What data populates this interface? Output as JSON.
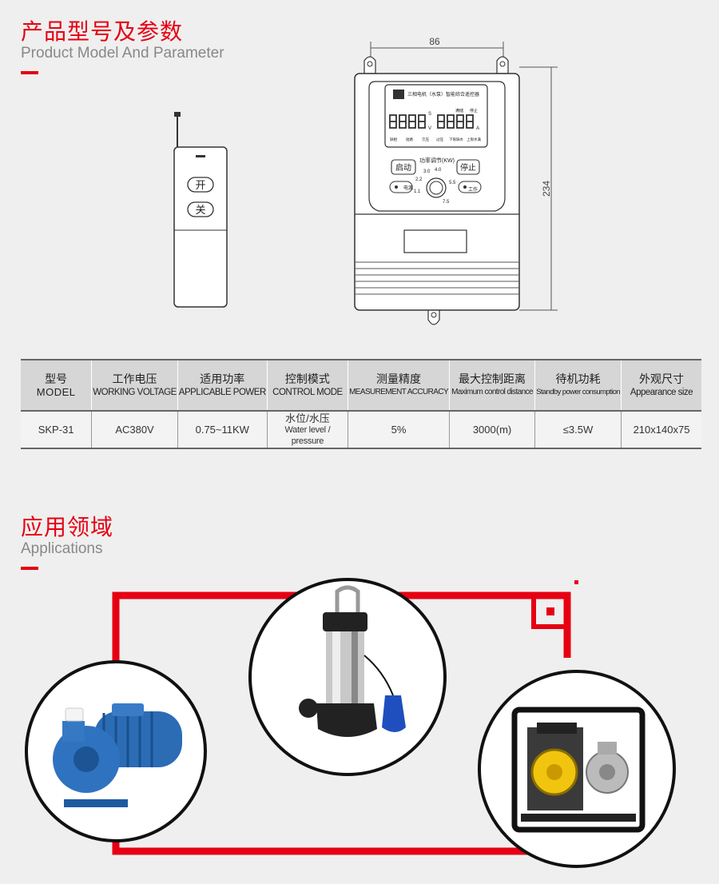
{
  "section1": {
    "title_cn": "产品型号及参数",
    "title_en": "Product Model And Parameter"
  },
  "remote": {
    "btn_on": "开",
    "btn_off": "关"
  },
  "drawing": {
    "dim_width": "86",
    "dim_height": "234",
    "lcd_header": "三相电机（水泵）智能综合遥控器",
    "lcd_top_right": [
      "满储",
      "停止"
    ],
    "lcd_bottom": [
      "缺相",
      "短路",
      "欠压",
      "过压",
      "下限缺水",
      "上限水满"
    ],
    "power_label": "功率调节(KW)",
    "btn_start": "启动",
    "btn_stop": "停止",
    "led_power": "电源",
    "led_work": "工作",
    "dial_ticks": [
      "1.1",
      "2.2",
      "3.0",
      "4.0",
      "5.5",
      "7.5"
    ]
  },
  "table": {
    "headers": [
      {
        "cn": "型号",
        "en": "MODEL"
      },
      {
        "cn": "工作电压",
        "en": "WORKING VOLTAGE"
      },
      {
        "cn": "适用功率",
        "en": "APPLICABLE POWER"
      },
      {
        "cn": "控制模式",
        "en": "CONTROL MODE"
      },
      {
        "cn": "测量精度",
        "en": "MEASUREMENT ACCURACY"
      },
      {
        "cn": "最大控制距离",
        "en": "Maximum control distance"
      },
      {
        "cn": "待机功耗",
        "en": "Standby power consumption"
      },
      {
        "cn": "外观尺寸",
        "en": "Appearance size"
      }
    ],
    "row": {
      "model": "SKP-31",
      "voltage": "AC380V",
      "power": "0.75~11KW",
      "mode_cn": "水位/水压",
      "mode_en": "Water level / pressure",
      "accuracy": "5%",
      "distance": "3000(m)",
      "standby": "≤3.5W",
      "size": "210x140x75"
    }
  },
  "section2": {
    "title_cn": "应用领域",
    "title_en": "Applications"
  },
  "colors": {
    "accent": "#e60012",
    "pump_blue": "#2b6cb5",
    "generator_yellow": "#f1c40f"
  }
}
